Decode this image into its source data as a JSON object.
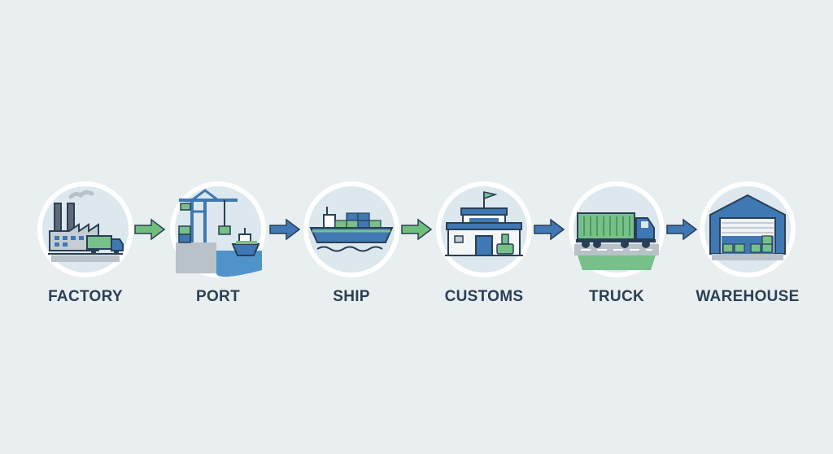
{
  "steps": [
    {
      "label": "FACTORY",
      "icon": "factory-icon"
    },
    {
      "label": "PORT",
      "icon": "port-crane-icon"
    },
    {
      "label": "SHIP",
      "icon": "cargo-ship-icon"
    },
    {
      "label": "CUSTOMS",
      "icon": "customs-building-icon"
    },
    {
      "label": "TRUCK",
      "icon": "truck-icon"
    },
    {
      "label": "WAREHOUSE",
      "icon": "warehouse-icon"
    }
  ],
  "arrows": [
    {
      "color": "#6fbf7b"
    },
    {
      "color": "#3f78b3"
    },
    {
      "color": "#6fbf7b"
    },
    {
      "color": "#3f78b3"
    },
    {
      "color": "#3f78b3"
    }
  ],
  "colors": {
    "background": "#e9eef0",
    "circle_fill": "#dce8ee",
    "circle_ring": "#ffffff",
    "navy": "#2a3f55",
    "blue": "#3f78b3",
    "green": "#78c08a",
    "grey": "#b9c2c8"
  }
}
